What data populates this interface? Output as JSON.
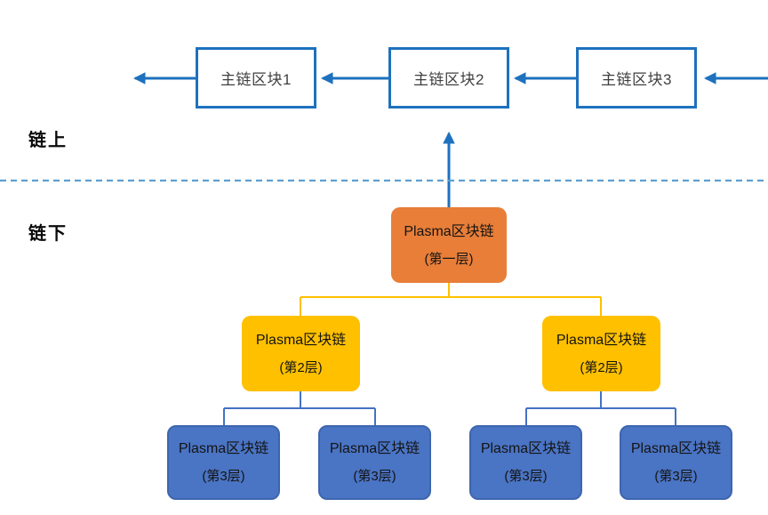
{
  "diagram": {
    "region_labels": {
      "on_chain": "链上",
      "off_chain": "链下"
    },
    "main_chain_blocks": [
      {
        "label": "主链区块1"
      },
      {
        "label": "主链区块2"
      },
      {
        "label": "主链区块3"
      }
    ],
    "plasma_nodes": {
      "layer1": {
        "title": "Plasma区块链",
        "subtitle": "(第一层)"
      },
      "layer2": [
        {
          "title": "Plasma区块链",
          "subtitle": "(第2层)"
        },
        {
          "title": "Plasma区块链",
          "subtitle": "(第2层)"
        }
      ],
      "layer3": [
        {
          "title": "Plasma区块链",
          "subtitle": "(第3层)"
        },
        {
          "title": "Plasma区块链",
          "subtitle": "(第3层)"
        },
        {
          "title": "Plasma区块链",
          "subtitle": "(第3层)"
        },
        {
          "title": "Plasma区块链",
          "subtitle": "(第3层)"
        }
      ]
    },
    "colors": {
      "arrow_blue": "#1E71BE",
      "dashed_divider_blue": "#5D9FD3",
      "layer1_orange": "#E87E38",
      "layer2_yellow": "#FFC000",
      "layer3_blue": "#4A74C4",
      "layer2_connector": "#FFC000",
      "layer3_connector": "#4472C4",
      "main_block_border": "#1E71BE"
    }
  }
}
